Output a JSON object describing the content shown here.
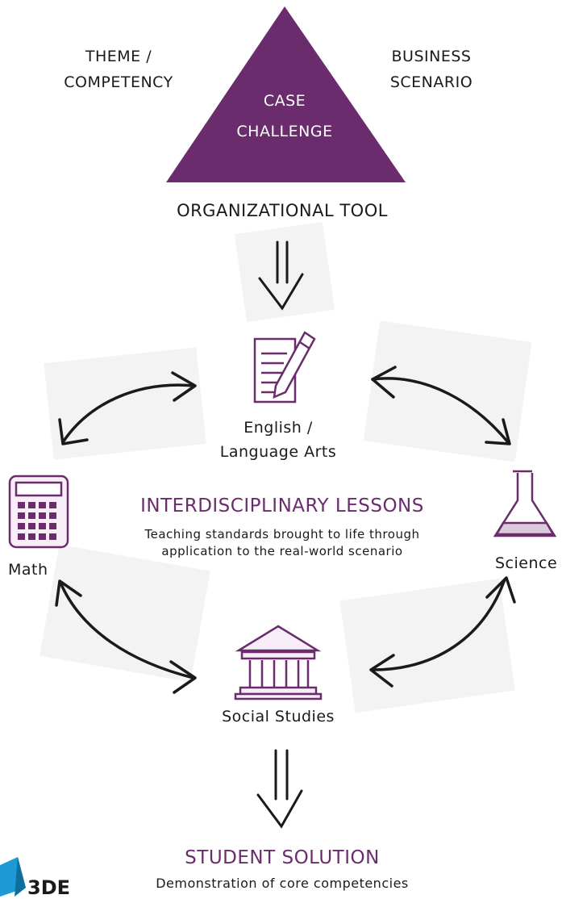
{
  "colors": {
    "accent": "#6b2c6e",
    "ink": "#1a1a1a",
    "logo": "#1b9ad6"
  },
  "top": {
    "left_label_line1": "THEME /",
    "left_label_line2": "COMPETENCY",
    "right_label_line1": "BUSINESS",
    "right_label_line2": "SCENARIO",
    "triangle_line1": "CASE",
    "triangle_line2": "CHALLENGE",
    "tool_label": "ORGANIZATIONAL TOOL"
  },
  "subjects": {
    "english_line1": "English /",
    "english_line2": "Language Arts",
    "math": "Math",
    "science": "Science",
    "social": "Social Studies"
  },
  "center": {
    "title": "INTERDISCIPLINARY LESSONS",
    "desc_line1": "Teaching standards brought to life through",
    "desc_line2": "application to the real-world scenario"
  },
  "bottom": {
    "title": "STUDENT SOLUTION",
    "desc": "Demonstration of core competencies",
    "logo_text": "3DE"
  },
  "icons": [
    "notepad-pencil-icon",
    "calculator-icon",
    "flask-icon",
    "museum-building-icon",
    "double-arrow-icon",
    "triangle-shape"
  ]
}
